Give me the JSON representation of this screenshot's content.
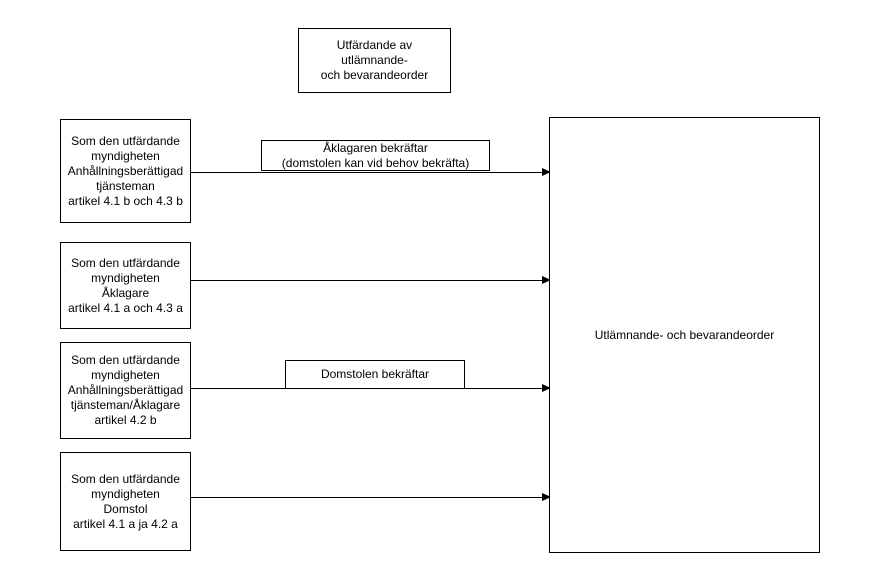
{
  "diagram": {
    "title_box": {
      "text": "Utfärdande av utlämnande-\noch bevarandeorder"
    },
    "source_boxes": [
      {
        "text": "Som den utfärdande\nmyndigheten\nAnhållningsberättigad\ntjänsteman\nartikel 4.1 b och 4.3 b"
      },
      {
        "text": "Som den utfärdande\nmyndigheten\nÅklagare\nartikel 4.1 a och 4.3 a"
      },
      {
        "text": "Som den utfärdande\nmyndigheten\nAnhållningsberättigad\ntjänsteman/Åklagare\nartikel 4.2 b"
      },
      {
        "text": "Som den utfärdande\nmyndigheten\nDomstol\nartikel 4.1 a ja 4.2 a"
      }
    ],
    "note_boxes": [
      {
        "text": "Åklagaren bekräftar\n(domstolen kan vid behov bekräfta)"
      },
      {
        "text": "Domstolen bekräftar"
      }
    ],
    "target_box": {
      "text": "Utlämnande- och bevarandeorder"
    },
    "colors": {
      "stroke": "#000000",
      "background": "#ffffff",
      "text": "#000000"
    }
  }
}
